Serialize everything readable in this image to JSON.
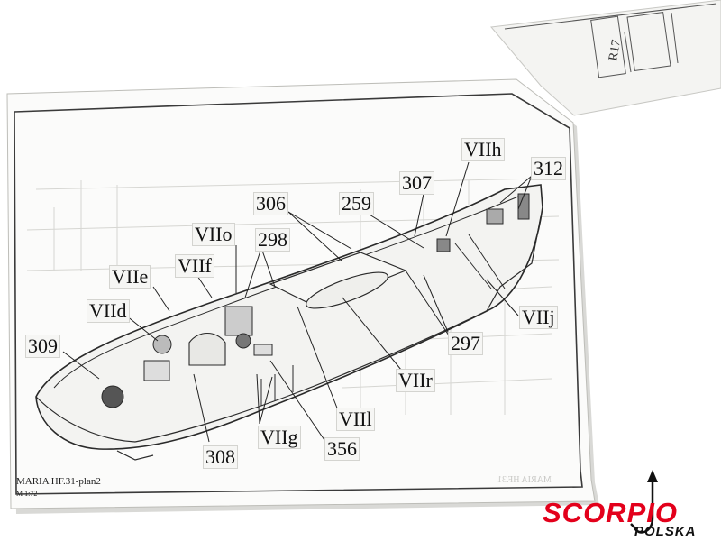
{
  "document": {
    "title": "MARIA HF.31-plan2",
    "scale": "M 1:72",
    "brand": {
      "name": "SCORPIO",
      "sub": "POLSKA",
      "color_red": "#e3001b",
      "color_black": "#111111"
    },
    "callouts": [
      "309",
      "VIId",
      "VIIe",
      "VIIf",
      "VIIo",
      "298",
      "306",
      "259",
      "307",
      "VIIh",
      "312",
      "VIIj",
      "297",
      "VIIr",
      "VIIl",
      "356",
      "VIIg",
      "308"
    ]
  }
}
